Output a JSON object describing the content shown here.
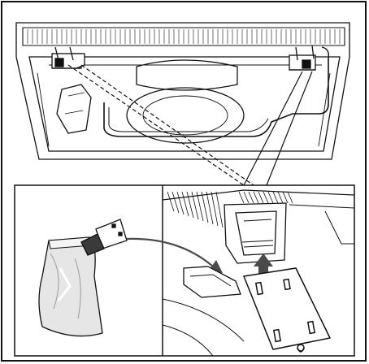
{
  "figure": {
    "type": "installation-illustration",
    "description_parts": [
      "appliance-underside-view",
      "detail-insets"
    ],
    "colors": {
      "line": "#111111",
      "fill": "#ffffff",
      "bag": "#e6e6e6",
      "arrow": "#4a4a4a",
      "bracket": "#ffffff"
    }
  }
}
